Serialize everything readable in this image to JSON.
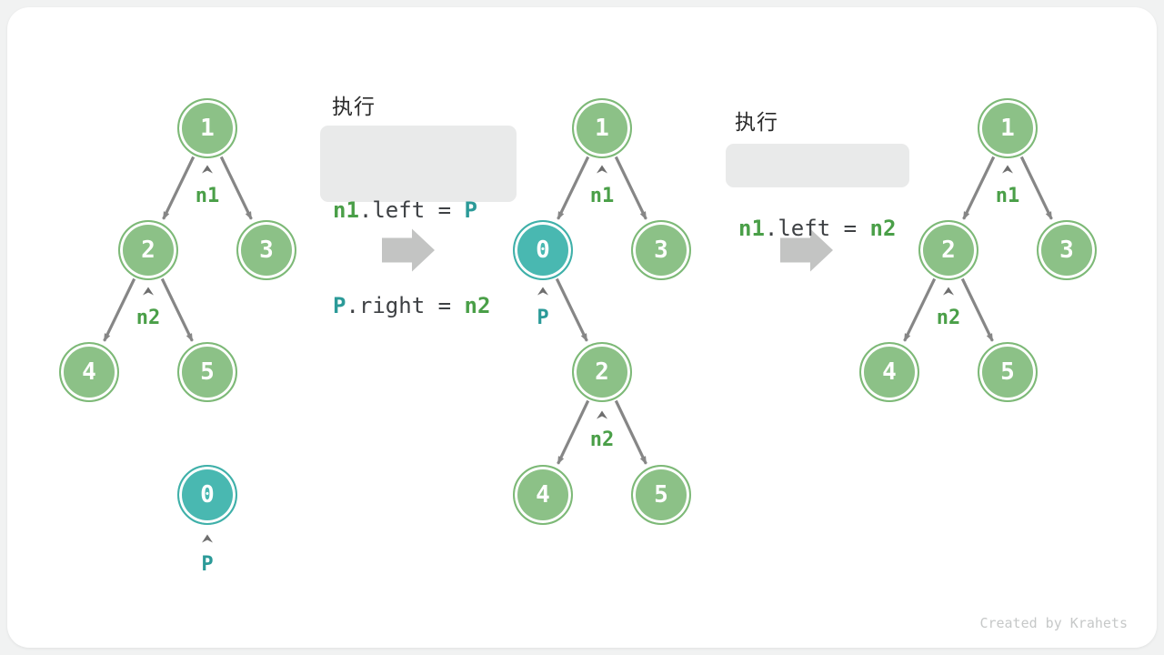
{
  "page": {
    "watermark": "Created by Krahets"
  },
  "colors": {
    "node_green": "#8cc187",
    "node_green_border": "#7db977",
    "node_teal": "#49b8b1",
    "node_teal_border": "#3fb0a9",
    "label_green": "#4a9f48",
    "label_teal": "#2b9a98",
    "edge_gray": "#868686",
    "caret_gray": "#6e6e6e",
    "block_arrow_gray": "#c3c4c3",
    "code_box_bg": "#e9eaea"
  },
  "steps": [
    {
      "exec_label": "执行",
      "code": [
        [
          {
            "text": "n1",
            "style": "green"
          },
          {
            "text": ".left = ",
            "style": "plain"
          },
          {
            "text": "P",
            "style": "teal"
          }
        ],
        [
          {
            "text": "P",
            "style": "teal"
          },
          {
            "text": ".right = ",
            "style": "plain"
          },
          {
            "text": "n2",
            "style": "green"
          }
        ]
      ]
    },
    {
      "exec_label": "执行",
      "code": [
        [
          {
            "text": "n1",
            "style": "green"
          },
          {
            "text": ".left = ",
            "style": "plain"
          },
          {
            "text": "n2",
            "style": "green"
          }
        ]
      ]
    }
  ],
  "trees": [
    {
      "name": "initial-tree",
      "nodes": [
        {
          "value": "1"
        },
        {
          "value": "2"
        },
        {
          "value": "3"
        },
        {
          "value": "4"
        },
        {
          "value": "5"
        },
        {
          "value": "0"
        }
      ],
      "pointers": [
        {
          "label": "n1"
        },
        {
          "label": "n2"
        },
        {
          "label": "P"
        }
      ]
    },
    {
      "name": "tree-after-insert-P",
      "nodes": [
        {
          "value": "1"
        },
        {
          "value": "0"
        },
        {
          "value": "3"
        },
        {
          "value": "2"
        },
        {
          "value": "4"
        },
        {
          "value": "5"
        }
      ],
      "pointers": [
        {
          "label": "n1"
        },
        {
          "label": "P"
        },
        {
          "label": "n2"
        }
      ]
    },
    {
      "name": "tree-after-remove-P",
      "nodes": [
        {
          "value": "1"
        },
        {
          "value": "2"
        },
        {
          "value": "3"
        },
        {
          "value": "4"
        },
        {
          "value": "5"
        }
      ],
      "pointers": [
        {
          "label": "n1"
        },
        {
          "label": "n2"
        }
      ]
    }
  ]
}
